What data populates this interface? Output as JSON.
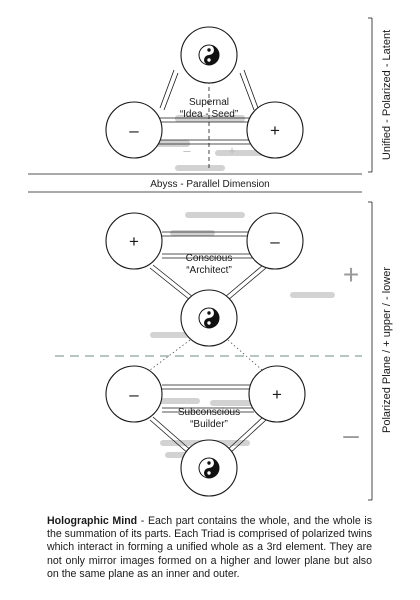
{
  "side_labels": {
    "top": "Unified - Polarized - Latent",
    "bottom": "Polarized Plane / + upper / - lower"
  },
  "abyss": "Abyss - Parallel Dimension",
  "plus_sign": "+",
  "minus_sign": "–",
  "triads": {
    "supernal": {
      "label_line1": "Supernal",
      "label_line2": "“Idea - Seed”",
      "left_sign": "–",
      "right_sign": "+"
    },
    "conscious": {
      "label_line1": "Conscious",
      "label_line2": "“Architect”",
      "left_sign": "+",
      "right_sign": "–"
    },
    "subconscious": {
      "label_line1": "Subconscious",
      "label_line2": "“Builder”",
      "left_sign": "–",
      "right_sign": "+"
    }
  },
  "faint_signs": {
    "minus": "–",
    "plus": "+"
  },
  "caption": {
    "title": "Holographic Mind",
    "text": " - Each part contains the whole, and the whole is the summation of its parts. Each Triad is comprised of polarized twins which interact in forming a unified whole as a 3rd element. They are not only mirror images formed on a higher and lower plane but also on the same plane as an inner and outer."
  },
  "colors": {
    "ink": "#1a1a1a",
    "faint": "#bdbdbd",
    "dashed": "#8aa39a"
  }
}
